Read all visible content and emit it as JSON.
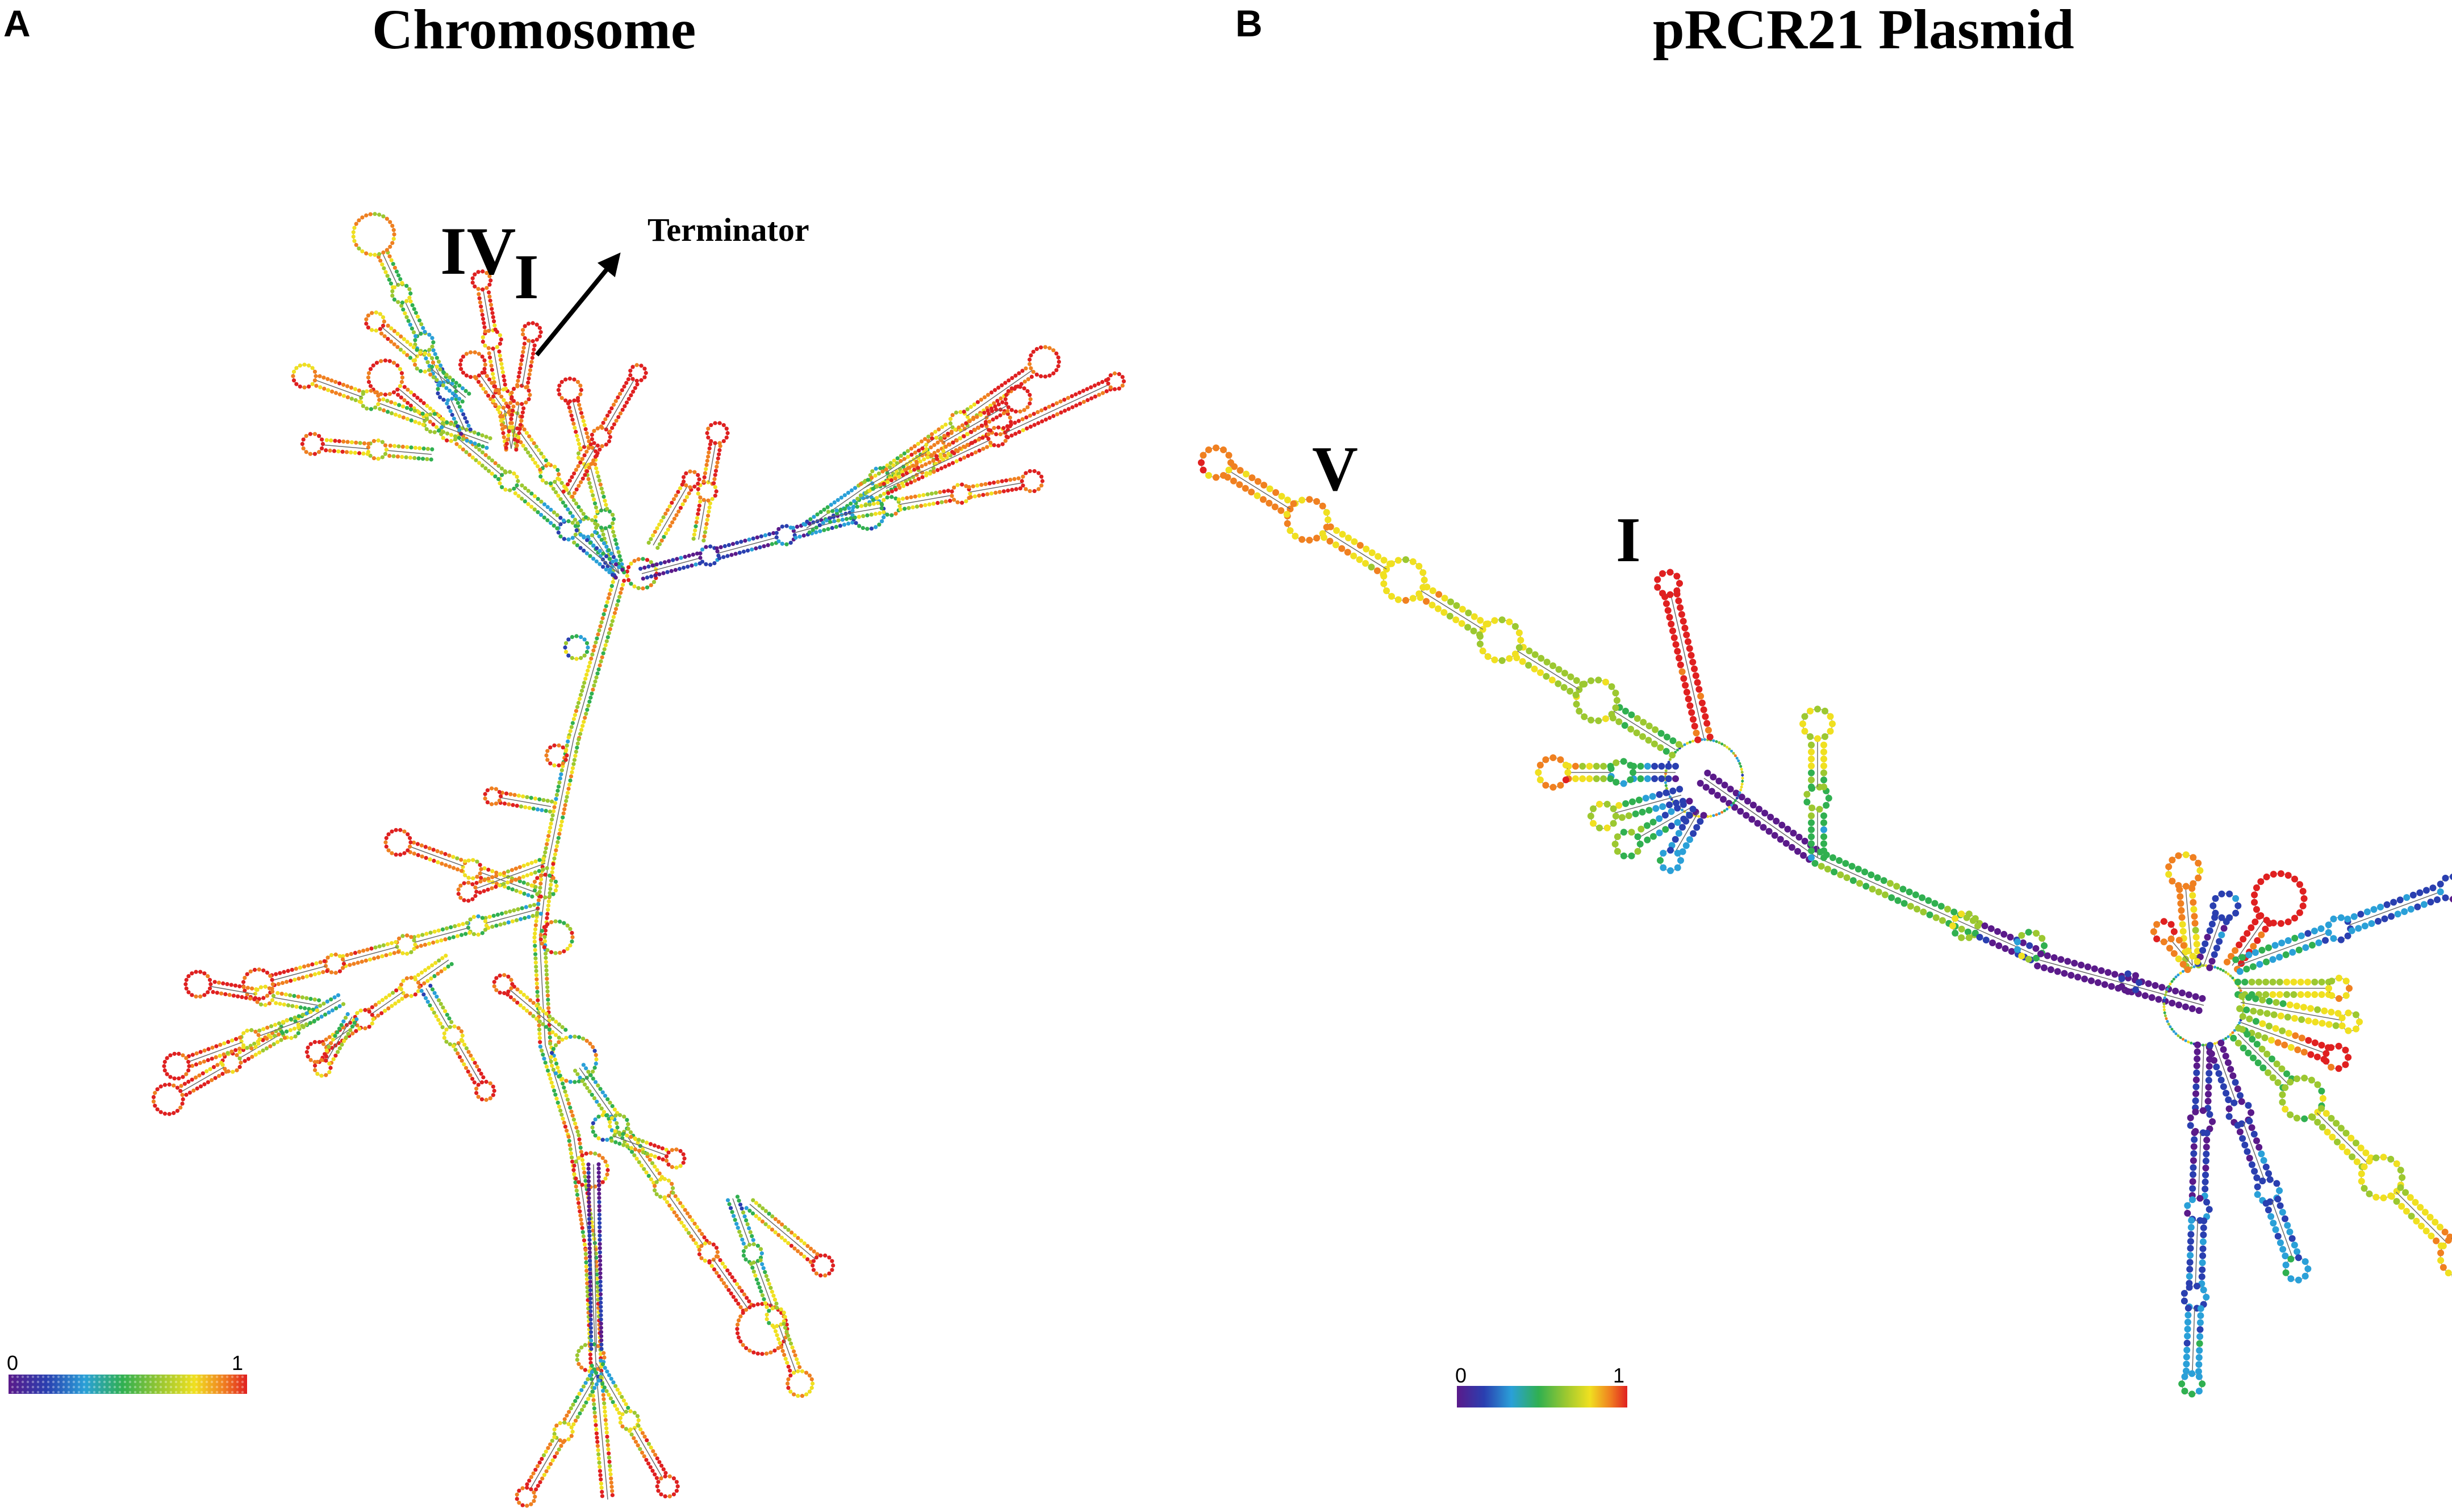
{
  "panel_a": {
    "letter": "A",
    "title": "Chromosome",
    "labels": {
      "iv": "IV",
      "i": "I",
      "terminator": "Terminator"
    },
    "scale": {
      "min": "0",
      "max": "1"
    }
  },
  "panel_b": {
    "letter": "B",
    "title": "pRCR21 Plasmid",
    "labels": {
      "v": "V",
      "i": "I"
    },
    "scale": {
      "min": "0",
      "max": "1"
    }
  },
  "colors": {
    "scale_stops": [
      "#5a1a8a",
      "#2a3fb0",
      "#2aa0d8",
      "#30b050",
      "#9cc830",
      "#f0e020",
      "#f08020",
      "#e02020"
    ],
    "helix_line": "#6a6a6a",
    "arrow": "#000000"
  }
}
